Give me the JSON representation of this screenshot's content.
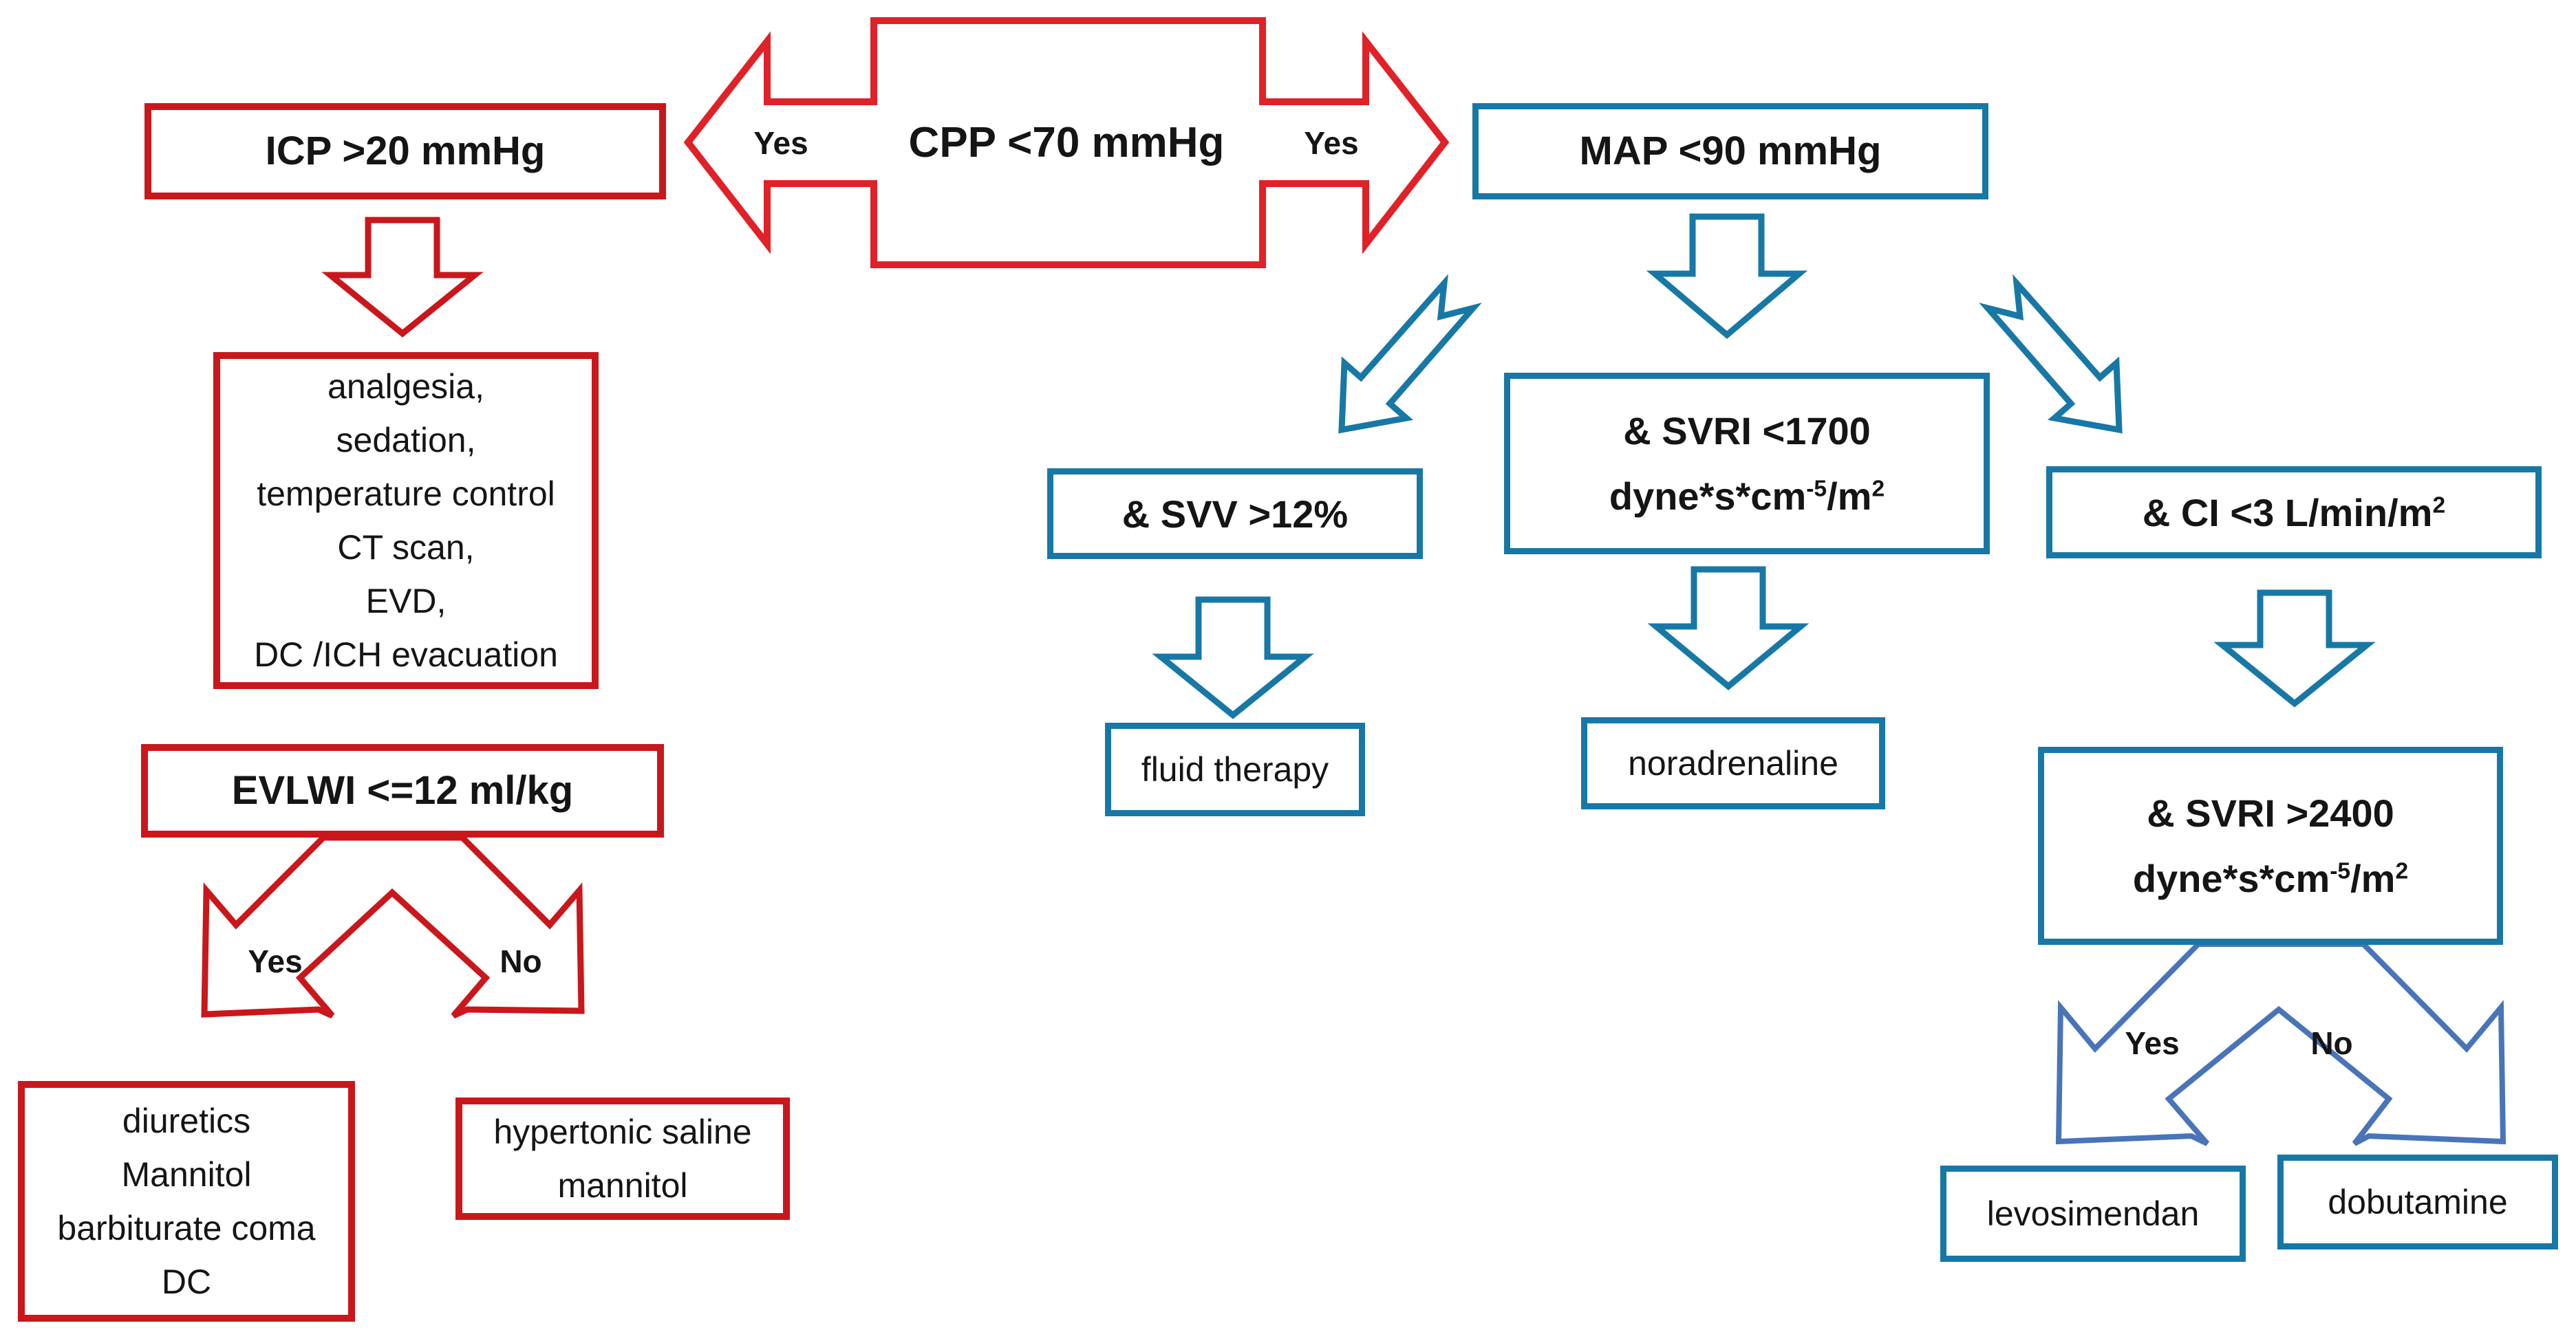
{
  "colors": {
    "red": "#C9171C",
    "red_bright": "#E02127",
    "blue": "#1878A5",
    "blue_muted": "#4A74B8",
    "text": "#151515"
  },
  "cpp": {
    "label": "CPP <70 mmHg",
    "yes_left": "Yes",
    "yes_right": "Yes"
  },
  "left_branch": {
    "icp": "ICP >20 mmHg",
    "actions_lines": [
      "analgesia,",
      "sedation,",
      "temperature control",
      "CT scan,",
      "EVD,",
      "DC /ICH evacuation"
    ],
    "evlwi": "EVLWI <=12 ml/kg",
    "yes": "Yes",
    "no": "No",
    "yes_lines": [
      "diuretics",
      "Mannitol",
      "barbiturate coma",
      "DC"
    ],
    "no_lines": [
      "hypertonic saline",
      "mannitol"
    ]
  },
  "right_branch": {
    "map": "MAP <90 mmHg",
    "svv": "& SVV >12%",
    "fluid": "fluid therapy",
    "svri_low": {
      "line1": "& SVRI <1700",
      "line2_base1": "dyne*s*cm",
      "line2_sup1": "-5",
      "line2_base2": "/m",
      "line2_sup2": "2"
    },
    "noradrenaline": "noradrenaline",
    "ci": {
      "base": "& CI <3 L/min/m",
      "sup": "2"
    },
    "svri_high": {
      "line1": "& SVRI >2400",
      "line2_base1": "dyne*s*cm",
      "line2_sup1": "-5",
      "line2_base2": "/m",
      "line2_sup2": "2"
    },
    "yes": "Yes",
    "no": "No",
    "levosimendan": "levosimendan",
    "dobutamine": "dobutamine"
  }
}
